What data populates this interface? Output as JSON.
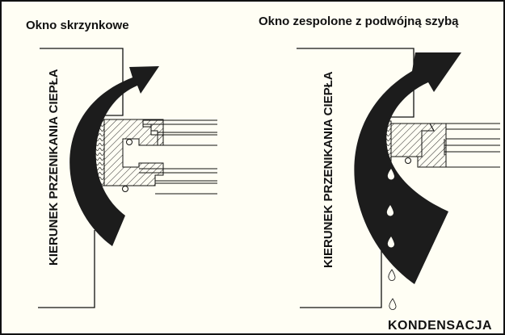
{
  "left_panel": {
    "title": "Okno skrzynkowe",
    "arrow_label": "KIERUNEK PRZENIKANIA CIEPŁA"
  },
  "right_panel": {
    "title": "Okno zespolone z podwójną szybą",
    "arrow_label": "KIERUNEK PRZENIKANIA CIEPŁA",
    "condensation_label": "KONDENSACJA"
  },
  "colors": {
    "background": "#fffef4",
    "ink": "#111111",
    "arrow": "#1c1c1c"
  }
}
